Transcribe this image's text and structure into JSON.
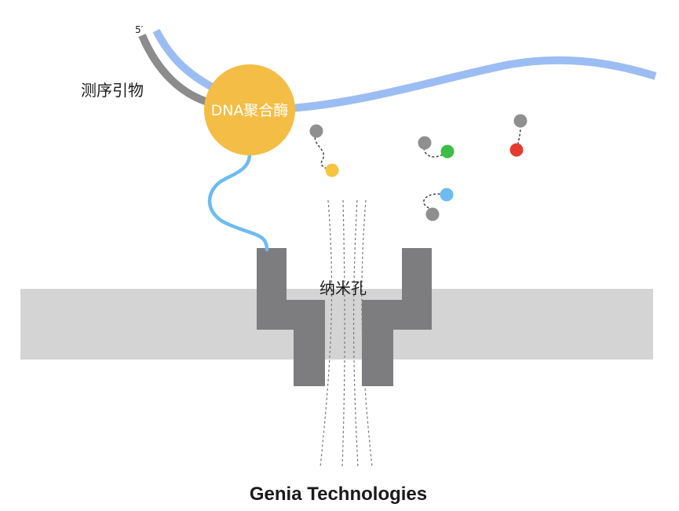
{
  "labels": {
    "five_prime": "5′",
    "primer": "测序引物",
    "polymerase": "DNA聚合酶",
    "nanopore": "纳米孔",
    "caption": "Genia Technologies"
  },
  "colors": {
    "membrane": "#d4d4d4",
    "pore": "#7d7d80",
    "polymerase": "#f4bd45",
    "template_strand": "#9cbdf3",
    "primer_strand": "#8c8c8c",
    "tether": "#6cbcf0",
    "tag_gray": "#8f8f8f",
    "nucleotide_yellow": "#f6c53f",
    "nucleotide_green": "#3bbd46",
    "nucleotide_red": "#e53b2e",
    "nucleotide_blue": "#6cbcf0"
  },
  "nucleotides": [
    {
      "name": "yellow-nucleotide",
      "color": "#f6c53f"
    },
    {
      "name": "green-nucleotide",
      "color": "#3bbd46"
    },
    {
      "name": "red-nucleotide",
      "color": "#e53b2e"
    },
    {
      "name": "blue-nucleotide",
      "color": "#6cbcf0"
    }
  ]
}
